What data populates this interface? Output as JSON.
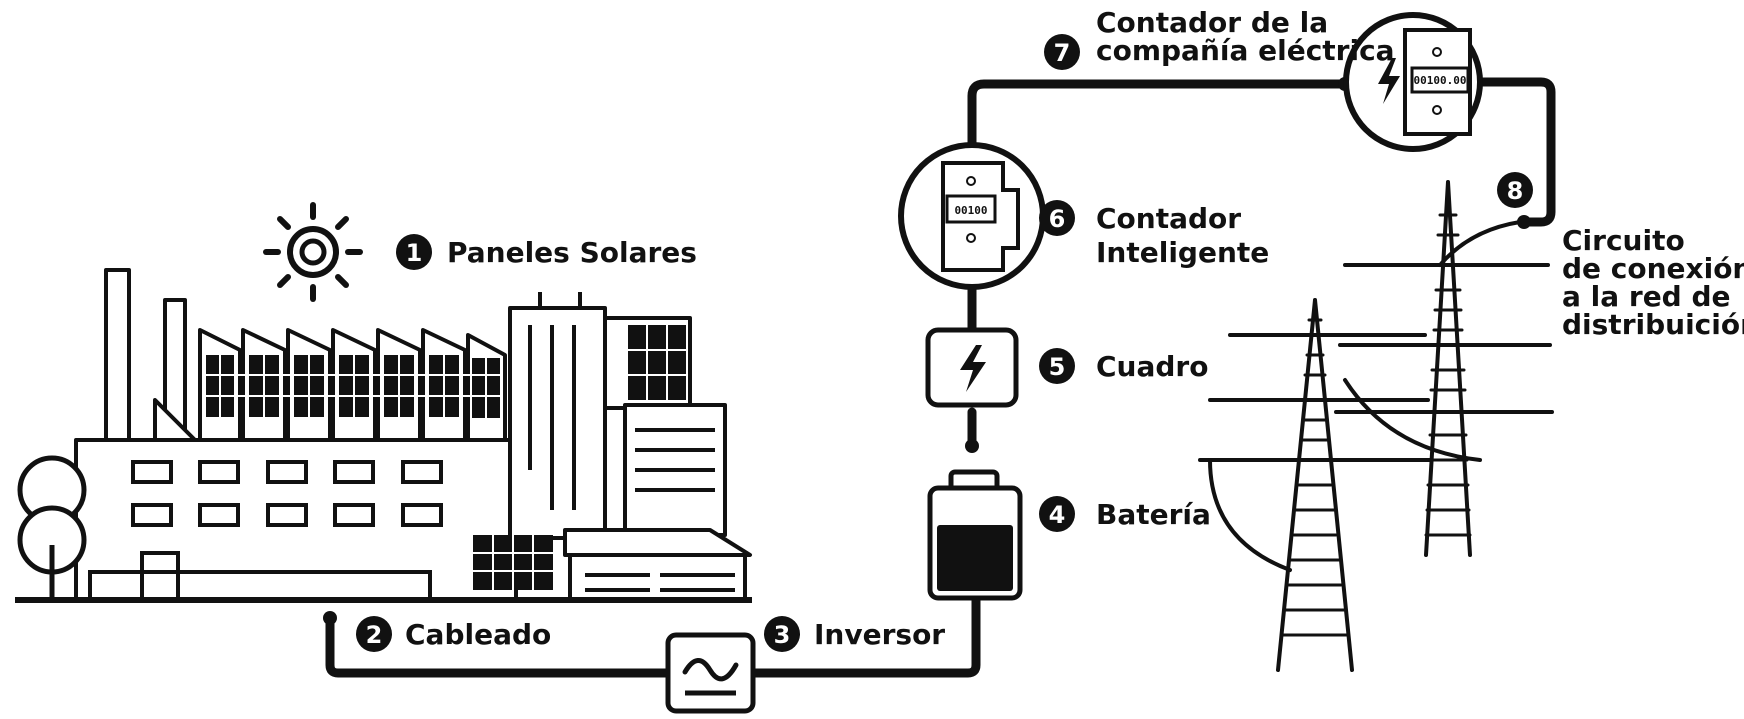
{
  "labels": {
    "paneles": {
      "num": "1",
      "text": "Paneles Solares"
    },
    "cableado": {
      "num": "2",
      "text": "Cableado"
    },
    "inversor": {
      "num": "3",
      "text": "Inversor"
    },
    "bateria": {
      "num": "4",
      "text": "Batería"
    },
    "cuadro": {
      "num": "5",
      "text": "Cuadro"
    },
    "contador_inteligente": {
      "num": "6",
      "line1": "Contador",
      "line2": "Inteligente"
    },
    "contador_compania": {
      "num": "7",
      "line1": "Contador de la",
      "line2": "compañía eléctrica"
    },
    "circuito": {
      "num": "8",
      "line1": "Circuito",
      "line2": "de conexión",
      "line3": "a la red de",
      "line4": "distribuición"
    }
  },
  "meters": {
    "smart_meter_reading": "00100",
    "utility_meter_reading": "00100.00"
  },
  "colors": {
    "ink": "#111111",
    "background": "#ffffff"
  }
}
